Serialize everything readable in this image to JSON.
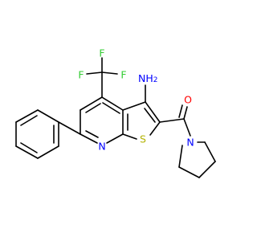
{
  "molecule": {
    "colors": {
      "carbon": "#000000",
      "nitrogen": "#0000ff",
      "oxygen": "#ff0000",
      "sulfur": "#b3b300",
      "fluorine": "#33cc33"
    },
    "labels": {
      "f_top": "F",
      "f_left": "F",
      "f_right": "F",
      "amine": "NH",
      "amine_h_count": "2",
      "carbonyl_oxygen": "O",
      "pyridine_nitrogen": "N",
      "thiophene_sulfur": "S",
      "pyrrolidine_nitrogen": "N"
    }
  }
}
